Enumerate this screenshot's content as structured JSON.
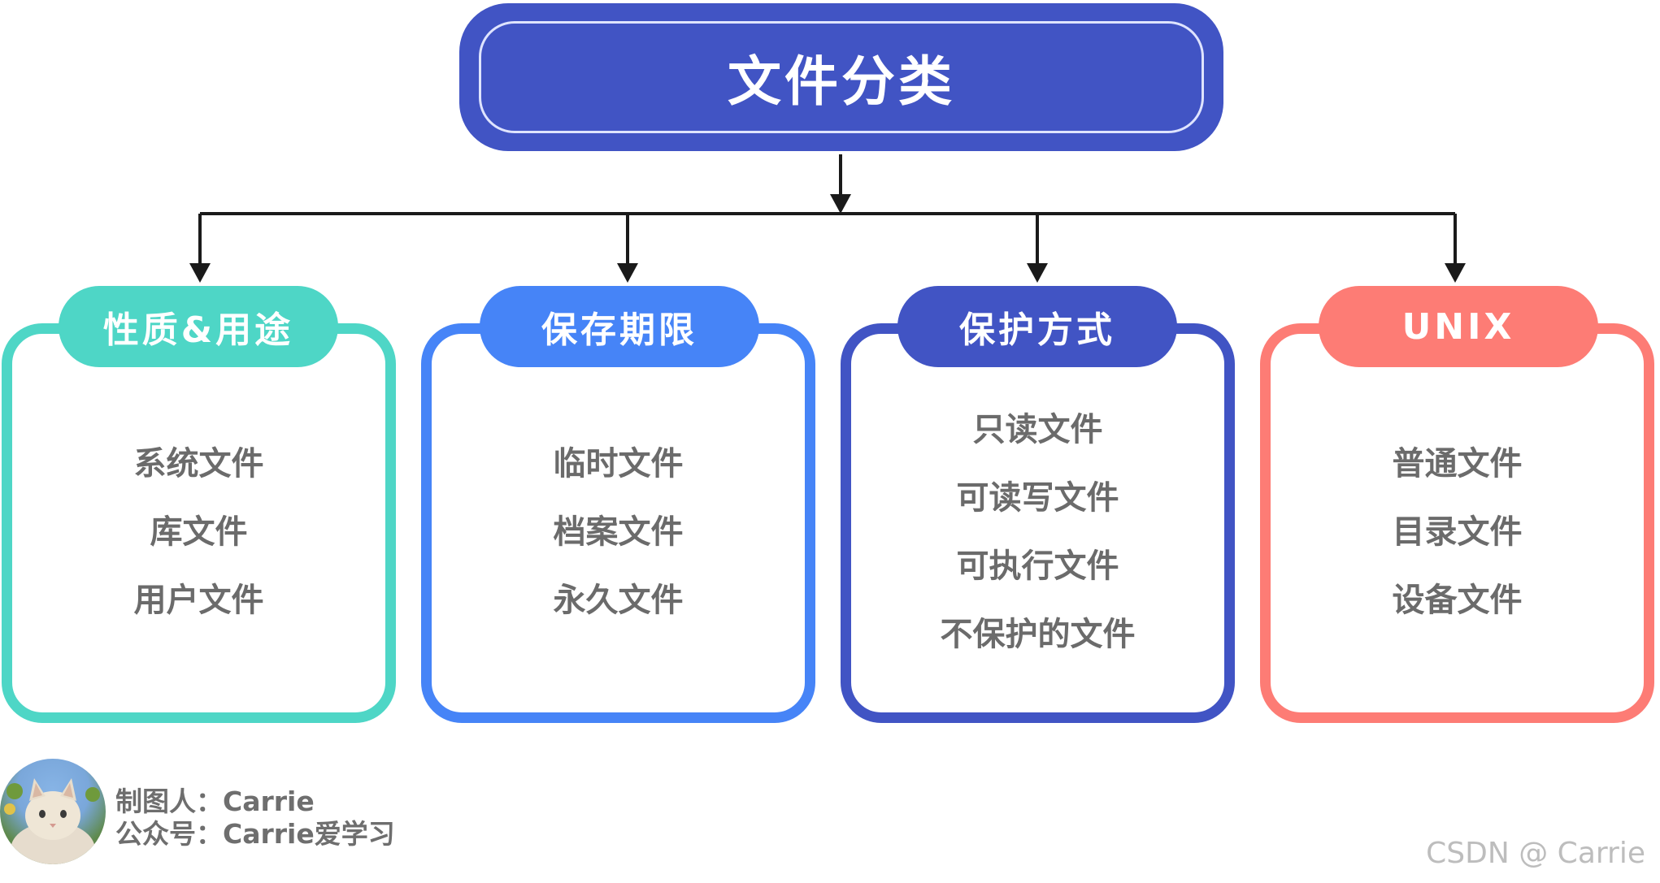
{
  "root": {
    "title": "文件分类",
    "color": "#4154c4"
  },
  "categories": [
    {
      "title": "性质&用途",
      "color": "#4ed6c6",
      "items": [
        "系统文件",
        "库文件",
        "用户文件"
      ]
    },
    {
      "title": "保存期限",
      "color": "#4684f7",
      "items": [
        "临时文件",
        "档案文件",
        "永久文件"
      ]
    },
    {
      "title": "保护方式",
      "color": "#4154c4",
      "items": [
        "只读文件",
        "可读写文件",
        "可执行文件",
        "不保护的文件"
      ]
    },
    {
      "title": "UNIX",
      "color": "#fd7c75",
      "items": [
        "普通文件",
        "目录文件",
        "设备文件"
      ]
    }
  ],
  "credit": {
    "author": "制图人：Carrie",
    "account": "公众号：Carrie爱学习"
  },
  "watermark": "CSDN @ Carrie"
}
